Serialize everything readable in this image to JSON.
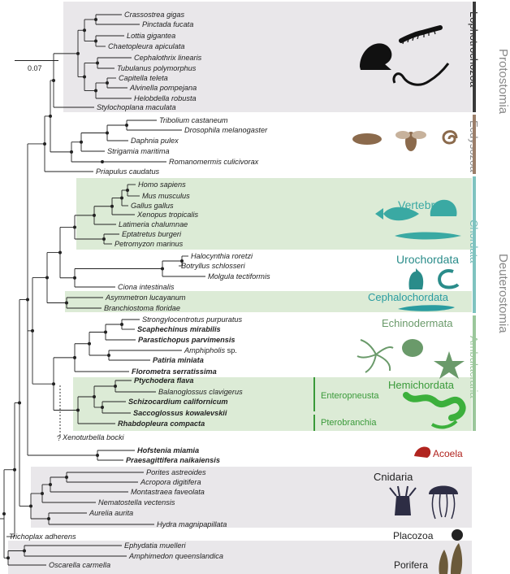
{
  "scale_label": "0.07",
  "groups": {
    "lophotrochozoa": "Lophotrochozoa",
    "protostomia": "Protostomia",
    "ecdysozoa": "Ecdysozoa",
    "chordata": "Chordata",
    "deuterostomia": "Deuterostomia",
    "vertebrata": "Vertebrata",
    "urochordata": "Urochordata",
    "cephalochordata": "Cephalochordata",
    "echinodermata": "Echinodermata",
    "ambulacraria": "Ambulacraria",
    "hemichordata": "Hemichordata",
    "enteropneusta": "Enteropneusta",
    "pterobranchia": "Pterobranchia",
    "acoela": "Acoela",
    "cnidaria": "Cnidaria",
    "placozoa": "Placozoa",
    "porifera": "Porifera"
  },
  "question_mark": "?",
  "taxa": [
    {
      "id": "crassostrea",
      "name": "Crassostrea gigas"
    },
    {
      "id": "pinctada",
      "name": "Pinctada fucata"
    },
    {
      "id": "lottia",
      "name": "Lottia gigantea"
    },
    {
      "id": "chaetopleura",
      "name": "Chaetopleura apiculata"
    },
    {
      "id": "cephalothrix",
      "name": "Cephalothrix linearis"
    },
    {
      "id": "tubulanus",
      "name": "Tubulanus polymorphus"
    },
    {
      "id": "capitella",
      "name": "Capitella teleta"
    },
    {
      "id": "alvinella",
      "name": "Alvinella pompejana"
    },
    {
      "id": "helobdella",
      "name": "Helobdella robusta"
    },
    {
      "id": "stylochoplana",
      "name": "Stylochoplana maculata"
    },
    {
      "id": "tribolium",
      "name": "Tribolium castaneum"
    },
    {
      "id": "drosophila",
      "name": "Drosophila melanogaster"
    },
    {
      "id": "daphnia",
      "name": "Daphnia pulex"
    },
    {
      "id": "strigamia",
      "name": "Strigamia maritima"
    },
    {
      "id": "romanomermis",
      "name": "Romanomermis culicivorax"
    },
    {
      "id": "priapulus",
      "name": "Priapulus caudatus"
    },
    {
      "id": "homo",
      "name": "Homo sapiens"
    },
    {
      "id": "mus",
      "name": "Mus musculus"
    },
    {
      "id": "gallus",
      "name": "Gallus gallus"
    },
    {
      "id": "xenopus",
      "name": "Xenopus tropicalis"
    },
    {
      "id": "latimeria",
      "name": "Latimeria chalumnae"
    },
    {
      "id": "eptatretus",
      "name": "Eptatretus burgeri"
    },
    {
      "id": "petromyzon",
      "name": "Petromyzon marinus"
    },
    {
      "id": "halocynthia",
      "name": "Halocynthia roretzi"
    },
    {
      "id": "botryllus",
      "name": "Botryllus schlosseri"
    },
    {
      "id": "molgula",
      "name": "Molgula tectiformis"
    },
    {
      "id": "ciona",
      "name": "Ciona intestinalis"
    },
    {
      "id": "asymmetron",
      "name": "Asymmetron lucayanum"
    },
    {
      "id": "branchiostoma",
      "name": "Branchiostoma floridae"
    },
    {
      "id": "strongylocentrotus",
      "name": "Strongylocentrotus purpuratus"
    },
    {
      "id": "scaphechinus",
      "name": "Scaphechinus mirabilis"
    },
    {
      "id": "parastichopus",
      "name": "Parastichopus parvimensis"
    },
    {
      "id": "amphipholis",
      "name": "Amphipholis",
      "suffix": " sp."
    },
    {
      "id": "patiria",
      "name": "Patiria miniata"
    },
    {
      "id": "florometra",
      "name": "Florometra serratissima"
    },
    {
      "id": "ptychodera",
      "name": "Ptychodera flava"
    },
    {
      "id": "balanoglossus",
      "name": "Balanoglossus clavigerus"
    },
    {
      "id": "schizocardium",
      "name": "Schizocardium californicum"
    },
    {
      "id": "saccoglossus",
      "name": "Saccoglossus kowalevskii"
    },
    {
      "id": "rhabdopleura",
      "name": "Rhabdopleura compacta"
    },
    {
      "id": "xenoturbella",
      "name": "Xenoturbella bocki"
    },
    {
      "id": "hofstenia",
      "name": "Hofstenia miamia"
    },
    {
      "id": "praesagittifera",
      "name": "Praesagittifera naikaiensis"
    },
    {
      "id": "porites",
      "name": "Porites astreoides"
    },
    {
      "id": "acropora",
      "name": "Acropora digitifera"
    },
    {
      "id": "montastraea",
      "name": "Montastraea faveolata"
    },
    {
      "id": "nematostella",
      "name": "Nematostella vectensis"
    },
    {
      "id": "aurelia",
      "name": "Aurelia aurita"
    },
    {
      "id": "hydra",
      "name": "Hydra magnipapillata"
    },
    {
      "id": "trichoplax",
      "name": "Trichoplax adherens"
    },
    {
      "id": "ephydatia",
      "name": "Ephydatia muelleri"
    },
    {
      "id": "amphimedon",
      "name": "Amphimedon queenslandica"
    },
    {
      "id": "oscarella",
      "name": "Oscarella carmella"
    }
  ],
  "colors": {
    "lophotrochozoa_bar": "#3a3a3a",
    "ecdysozoa_bar": "#9b7e69",
    "chordata_bar": "#7fc3c0",
    "ambulacraria_bar": "#9bc79b",
    "vertebrata_text": "#3aa9a3",
    "echinodermata_text": "#6a9a6a",
    "hemichordata_text": "#3a9a3a",
    "acoela_text": "#b1241f",
    "green_box": "#dcebd6",
    "grey_box": "#e9e7ea"
  },
  "icons": [
    "snail-icon",
    "centipede-icon",
    "worm-icon",
    "beetle-icon",
    "fly-icon",
    "nematode-icon",
    "fish-icon",
    "frog-icon",
    "lamprey-icon",
    "ascidian-icon",
    "larva-icon",
    "lancelet-icon",
    "brittle-star-icon",
    "urchin-icon",
    "sea-star-icon",
    "acorn-worm-icon",
    "acoel-icon",
    "anemone-icon",
    "jellyfish-icon",
    "placozoan-icon",
    "sponge-icon"
  ]
}
